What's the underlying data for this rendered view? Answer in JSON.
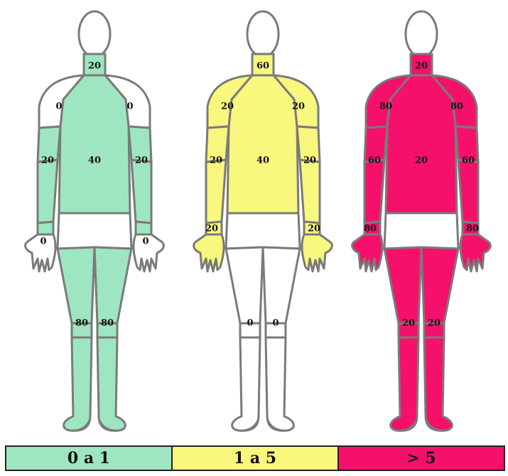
{
  "colors": {
    "green": "#9ee6c1",
    "yellow": "#f8f77e",
    "magenta": "#f5106c",
    "outline": "#7a7a7a",
    "skin": "#ffffff"
  },
  "figures": [
    {
      "id": "green-figure",
      "fills": {
        "neck": "green",
        "shoulders": "skin",
        "trunk": "green",
        "upperarms": "green",
        "forearms": "green",
        "hands": "skin",
        "shorts": "skin",
        "thighs": "green",
        "legs": "green"
      },
      "labels": {
        "neck": "20",
        "shoulder_l": "0",
        "shoulder_r": "0",
        "elbow_l": "20",
        "trunk": "40",
        "elbow_r": "20",
        "wrist_l": "",
        "wrist_r": "",
        "hand_l": "0",
        "hand_r": "0",
        "knee_l": "80",
        "knee_r": "80"
      }
    },
    {
      "id": "yellow-figure",
      "fills": {
        "neck": "yellow",
        "shoulders": "yellow",
        "trunk": "yellow",
        "upperarms": "yellow",
        "forearms": "yellow",
        "hands": "yellow",
        "shorts": "skin",
        "thighs": "skin",
        "legs": "skin"
      },
      "labels": {
        "neck": "60",
        "shoulder_l": "20",
        "shoulder_r": "20",
        "elbow_l": "20",
        "trunk": "40",
        "elbow_r": "20",
        "wrist_l": "20",
        "wrist_r": "20",
        "hand_l": "",
        "hand_r": "",
        "knee_l": "0",
        "knee_r": "0"
      }
    },
    {
      "id": "magenta-figure",
      "fills": {
        "neck": "magenta",
        "shoulders": "magenta",
        "trunk": "magenta",
        "upperarms": "magenta",
        "forearms": "magenta",
        "hands": "magenta",
        "shorts": "skin",
        "thighs": "magenta",
        "legs": "magenta"
      },
      "labels": {
        "neck": "20",
        "shoulder_l": "80",
        "shoulder_r": "80",
        "elbow_l": "60",
        "trunk": "20",
        "elbow_r": "60",
        "wrist_l": "80",
        "wrist_r": "80",
        "hand_l": "",
        "hand_r": "",
        "knee_l": "20",
        "knee_r": "20"
      }
    }
  ],
  "legend": [
    {
      "label": "0 a 1",
      "color": "#9ee6c1"
    },
    {
      "label": "1 a 5",
      "color": "#f8f77e"
    },
    {
      "label": "> 5",
      "color": "#f5106c"
    }
  ]
}
